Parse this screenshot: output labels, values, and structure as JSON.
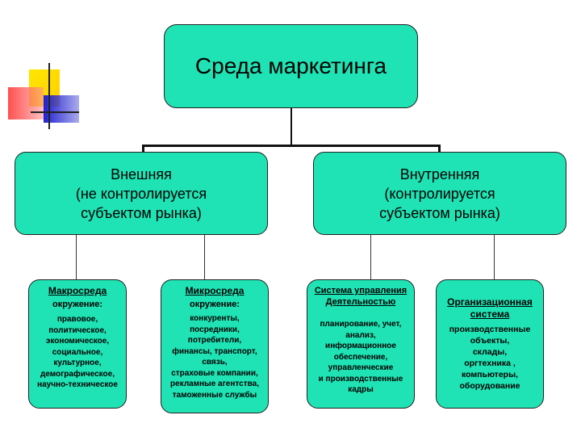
{
  "root": {
    "label": "Среда маркетинга"
  },
  "branches": [
    {
      "label": "Внешняя\n(не контролируется\nсубъектом рынка)",
      "children": [
        {
          "title": "Макросреда",
          "subtitle": "окружение:",
          "body": "правовое,\nполитическое,\nэкономическое,\nсоциальное,\nкультурное,\nдемографическое,\nнаучно-техническое"
        },
        {
          "title": "Микросреда",
          "subtitle": "окружение:",
          "body": "конкуренты,\nпосредники,\nпотребители,\nфинансы, транспорт,\nсвязь,\nстраховые компании,\nрекламные агентства,\nтаможенные службы"
        }
      ]
    },
    {
      "label": "Внутренняя\n(контролируется\nсубъектом рынка)",
      "children": [
        {
          "title": "Система управления\nДеятельностью",
          "body": "планирование, учет,\nанализ,\nинформационное\nобеспечение,\nуправленческие\nи производственные\nкадры"
        },
        {
          "title": "Организационная\nсистема",
          "body": "производственные\nобъекты,\nсклады,\nоргтехника ,\nкомпьютеры,\nоборудование"
        }
      ]
    }
  ],
  "colors": {
    "box_fill": "#1fe3b4",
    "deco_yellow": "#ffd800",
    "deco_red": "#ff3030",
    "deco_blue": "#3030d0"
  }
}
